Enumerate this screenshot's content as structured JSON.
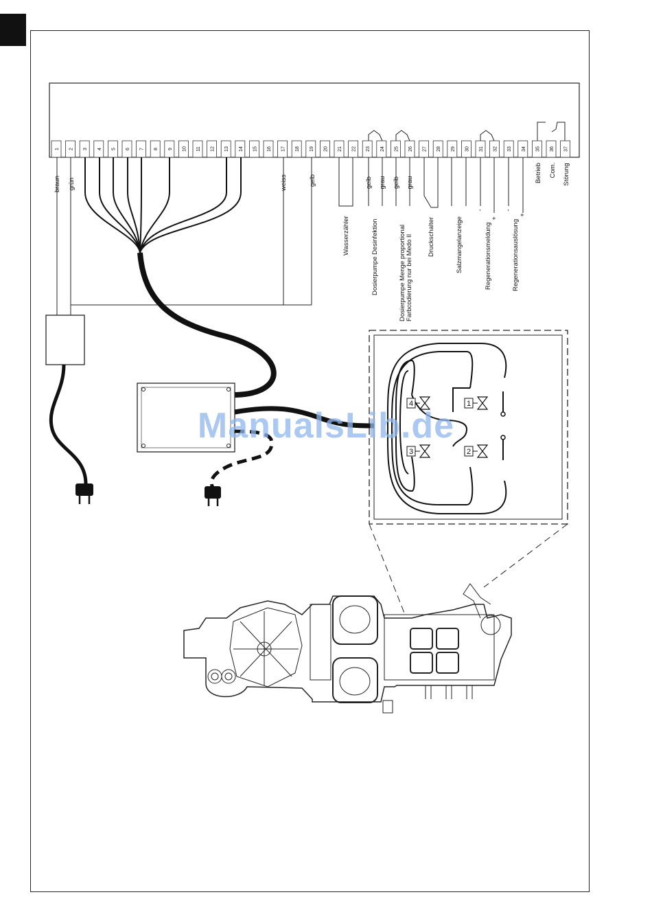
{
  "terminals": [
    "1",
    "2",
    "3",
    "4",
    "5",
    "6",
    "7",
    "8",
    "9",
    "10",
    "11",
    "12",
    "13",
    "14",
    "15",
    "16",
    "17",
    "18",
    "19",
    "20",
    "21",
    "22",
    "23",
    "24",
    "25",
    "26",
    "27",
    "28",
    "29",
    "30",
    "31",
    "32",
    "33",
    "34",
    "35",
    "36",
    "37"
  ],
  "wire_colors": {
    "t1": "braun",
    "t2": "grün",
    "t17": "weiss",
    "t19": "gelb",
    "t23": "gelb",
    "t24": "grau",
    "t25": "gelb",
    "t26": "grau"
  },
  "functions": {
    "wasserzaehler": "Wasserzähler",
    "desinfektion": "Dosierpumpe Desinfektion",
    "dosier_line1": "Dosierpumpe Menge proportional",
    "dosier_line2": "Farbcodierung nur bei Medo II",
    "druckschalter": "Druckschalter",
    "salzmangel": "Salzmangelanzeige",
    "regen_meldung": "Regenerationsmeldung",
    "regen_ausloesung": "Regenerationsauslösung",
    "betrieb": "Betrieb",
    "com": "Com.",
    "stoerung": "Störung"
  },
  "polarity": {
    "minus": "-",
    "plus": "+"
  },
  "valves": [
    "1",
    "2",
    "3",
    "4"
  ],
  "watermark": "ManualsLib.de",
  "icons": [
    "power-plug-icon",
    "valve-icon",
    "relay-contact-icon"
  ]
}
